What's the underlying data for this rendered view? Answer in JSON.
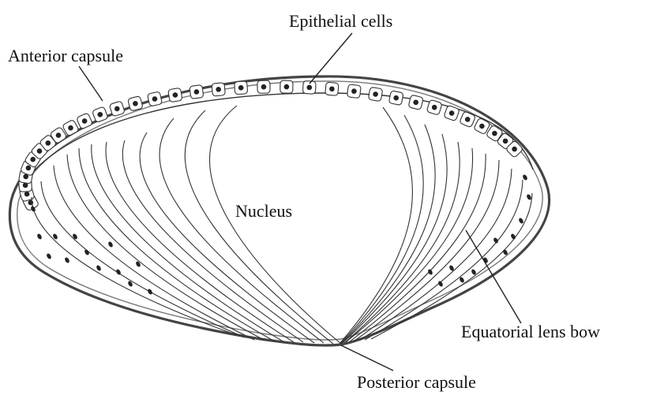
{
  "labels": {
    "epithelial_cells": "Epithelial cells",
    "anterior_capsule": "Anterior capsule",
    "nucleus": "Nucleus",
    "equatorial_lens_bow": "Equatorial lens bow",
    "posterior_capsule": "Posterior capsule"
  },
  "colors": {
    "ink": "#2a2a2a",
    "capsule": "#555555",
    "background": "#ffffff"
  }
}
